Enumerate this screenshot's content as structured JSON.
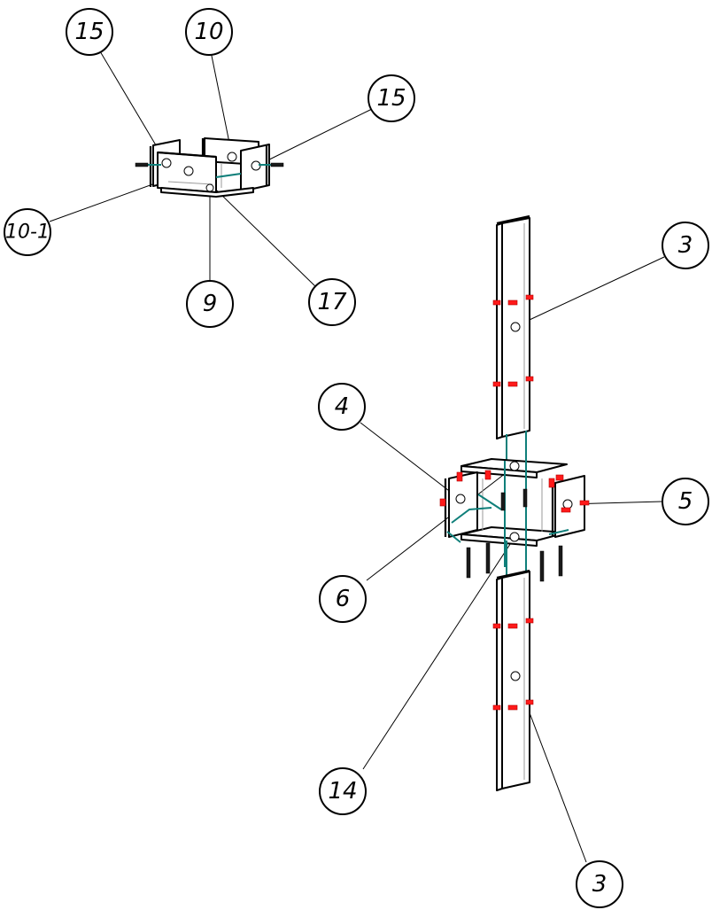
{
  "drawing": {
    "colors": {
      "line": "#000000",
      "hidden": "#9a9a9a",
      "fastener": "#ff1a1a",
      "connector": "#0f7f7a"
    },
    "callouts": [
      {
        "id": "c15a",
        "label": "15"
      },
      {
        "id": "c10",
        "label": "10"
      },
      {
        "id": "c15b",
        "label": "15"
      },
      {
        "id": "c10-1",
        "label": "10-1"
      },
      {
        "id": "c9",
        "label": "9"
      },
      {
        "id": "c17",
        "label": "17"
      },
      {
        "id": "c3a",
        "label": "3"
      },
      {
        "id": "c4",
        "label": "4"
      },
      {
        "id": "c5",
        "label": "5"
      },
      {
        "id": "c6",
        "label": "6"
      },
      {
        "id": "c14",
        "label": "14"
      },
      {
        "id": "c3b",
        "label": "3"
      }
    ]
  }
}
